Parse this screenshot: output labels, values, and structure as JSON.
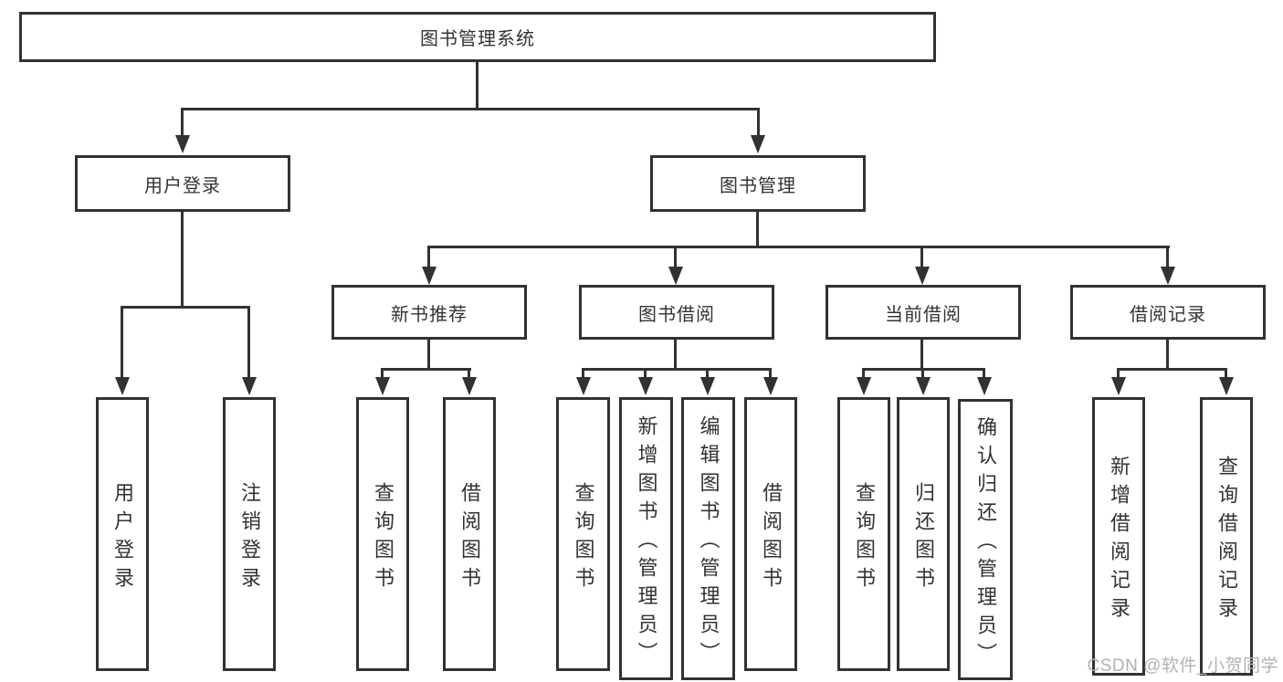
{
  "diagram_title": "图书管理系统",
  "nodes": {
    "root": {
      "label": "图书管理系统"
    },
    "l2": [
      {
        "label": "用户登录"
      },
      {
        "label": "图书管理"
      }
    ],
    "l3": [
      {
        "label": "新书推荐"
      },
      {
        "label": "图书借阅"
      },
      {
        "label": "当前借阅"
      },
      {
        "label": "借阅记录"
      }
    ],
    "l4": {
      "user_login": [
        {
          "label": "用户登录"
        },
        {
          "label": "注销登录"
        }
      ],
      "new_book": [
        {
          "label": "查询图书"
        },
        {
          "label": "借阅图书"
        }
      ],
      "book_borrow": [
        {
          "label": "查询图书"
        },
        {
          "label": "新增图书（管理员）"
        },
        {
          "label": "编辑图书（管理员）"
        },
        {
          "label": "借阅图书"
        }
      ],
      "current_borrow": [
        {
          "label": "查询图书"
        },
        {
          "label": "归还图书"
        },
        {
          "label": "确认归还（管理员）"
        }
      ],
      "borrow_record": [
        {
          "label": "新增借阅记录"
        },
        {
          "label": "查询借阅记录"
        }
      ]
    }
  },
  "watermark": {
    "text": "CSDN @软件_小贺同学"
  },
  "colors": {
    "line": "#323232",
    "text": "#333333",
    "background": "#ffffff",
    "watermark": "#b2b2b5"
  }
}
